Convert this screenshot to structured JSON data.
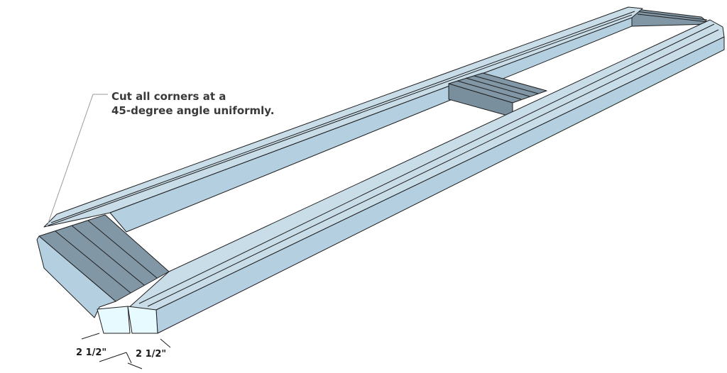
{
  "callout": {
    "line1": "Cut all corners at a",
    "line2": "45-degree angle uniformly."
  },
  "dimensions": {
    "left": "2 1/2\"",
    "right": "2 1/2\""
  },
  "colors": {
    "top_face": "#c9dde9",
    "side_face": "#b4cfe0",
    "dark_face": "#8197a6",
    "end_face": "#e6faff",
    "stroke": "#1f1f1f"
  }
}
